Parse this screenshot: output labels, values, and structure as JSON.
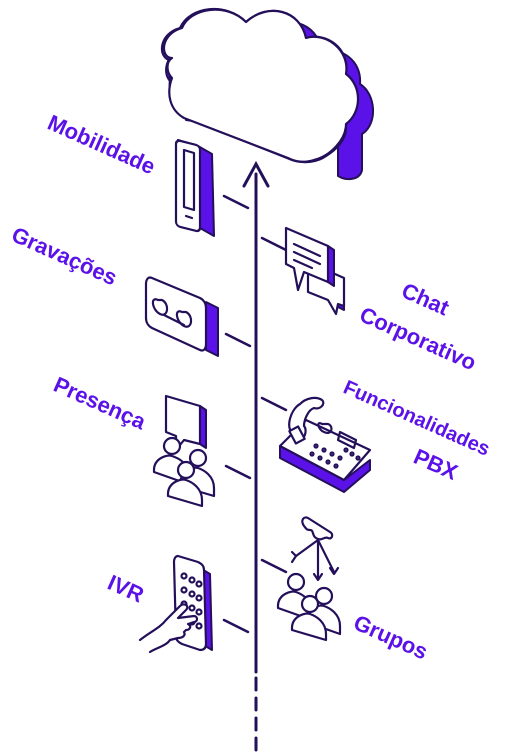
{
  "labels": {
    "mobilidade": "Mobilidade",
    "gravacoes": "Gravações",
    "presenca": "Presença",
    "ivr": "IVR",
    "chat_line1": "Chat",
    "chat_line2": "Corporativo",
    "pbx_line1": "Funcionalidades",
    "pbx_line2": "PBX",
    "grupos": "Grupos"
  },
  "colors": {
    "accent": "#5b12e8",
    "outline": "#24105a",
    "background": "#ffffff"
  },
  "icons": [
    "cloud-icon",
    "smartphone-icon",
    "voicemail-icon",
    "group-chat-icon",
    "keypad-touch-icon",
    "chat-bubbles-icon",
    "desk-phone-icon",
    "call-group-icon"
  ]
}
